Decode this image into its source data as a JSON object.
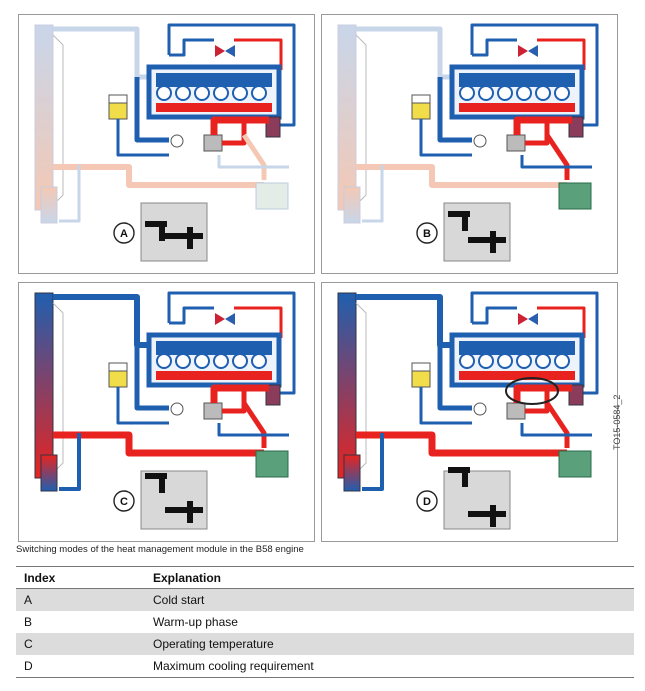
{
  "figure": {
    "panels": [
      {
        "letter": "A",
        "id": "panel-a"
      },
      {
        "letter": "B",
        "id": "panel-b"
      },
      {
        "letter": "C",
        "id": "panel-c"
      },
      {
        "letter": "D",
        "id": "panel-d"
      }
    ],
    "code": "TO15-0584_2",
    "caption": "Switching modes of the heat management module in the B58 engine"
  },
  "table": {
    "headers": [
      "Index",
      "Explanation"
    ],
    "rows": [
      [
        "A",
        "Cold start"
      ],
      [
        "B",
        "Warm-up phase"
      ],
      [
        "C",
        "Operating temperature"
      ],
      [
        "D",
        "Maximum cooling requirement"
      ]
    ]
  },
  "colors": {
    "coolant_cold": "#1f5fb0",
    "coolant_hot": "#e8231f",
    "coolant_faded_cold": "#c8d6ea",
    "coolant_faded_hot": "#f4c8b4",
    "expansion_tank": "#f1dc4a",
    "heater_core": "#5aa07a",
    "valve_red": "#cc2233",
    "valve_blue": "#2a5fb0",
    "inset_bg": "#d8d8d8"
  }
}
